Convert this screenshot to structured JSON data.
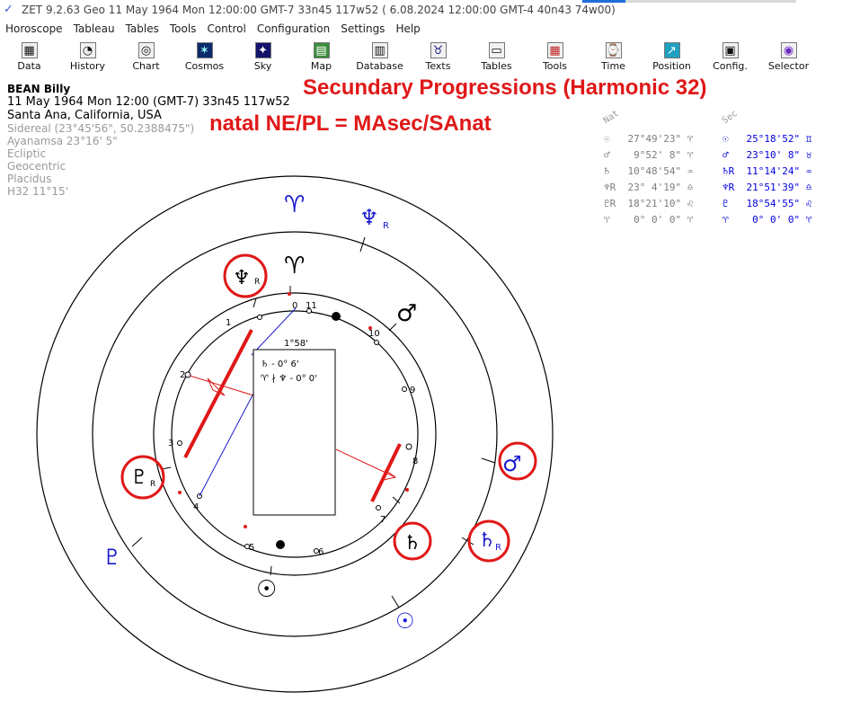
{
  "window": {
    "title": "ZET 9.2.63 Geo    11 May 1964  Mon  12:00:00 GMT-7 33n45  117w52  ( 6.08.2024  12:00:00 GMT-4 40n43 74w00)"
  },
  "menu": [
    "Horoscope",
    "Tableau",
    "Tables",
    "Tools",
    "Control",
    "Configuration",
    "Settings",
    "Help"
  ],
  "toolbar": [
    {
      "label": "Data",
      "icon": "data-icon"
    },
    {
      "label": "History",
      "icon": "history-icon"
    },
    {
      "label": "Chart",
      "icon": "chart-icon"
    },
    {
      "label": "Cosmos",
      "icon": "cosmos-icon"
    },
    {
      "label": "Sky",
      "icon": "sky-icon"
    },
    {
      "label": "Map",
      "icon": "map-icon"
    },
    {
      "label": "Database",
      "icon": "database-icon"
    },
    {
      "label": "Texts",
      "icon": "texts-icon"
    },
    {
      "label": "Tables",
      "icon": "tables-icon"
    },
    {
      "label": "Tools",
      "icon": "tools-icon"
    },
    {
      "label": "Time",
      "icon": "time-icon"
    },
    {
      "label": "Position",
      "icon": "position-icon"
    },
    {
      "label": "Config.",
      "icon": "config-icon"
    },
    {
      "label": "Selector",
      "icon": "selector-icon"
    }
  ],
  "horoscope_info": {
    "name": "BEAN Billy",
    "datetime": "11 May 1964  Mon  12:00 (GMT-7) 33n45  117w52",
    "place": "Santa Ana, California, USA",
    "sidereal": "Sidereal (23°45'56\", 50.2388475\")",
    "ayanamsa": "Ayanamsa 23°16' 5\"",
    "ecliptic": "Ecliptic",
    "geocentric": "Geocentric",
    "houses": "Placidus",
    "harmonic": "H32  11°15'"
  },
  "overlay": {
    "title": "Secundary Progressions (Harmonic 32)",
    "formula": "natal NE/PL = MAsec/SAnat"
  },
  "positions": {
    "nat_header": "Nat",
    "sec_header": "Sec",
    "nat": [
      "☉   27°49'23\" ♈",
      "♂    9°52' 8\" ♈",
      "♄   10°48'54\" ♒",
      "♆R  23° 4'19\" ♎",
      "♇R  18°21'10\" ♌",
      "♈    0° 0' 0\" ♈"
    ],
    "sec": [
      "☉   25°18'52\" ♊",
      "♂   23°10' 8\" ♉",
      "♄R  11°14'24\" ♒",
      "♆R  21°51'39\" ♎",
      "♇   18°54'55\" ♌",
      "♈    0° 0' 0\" ♈"
    ]
  },
  "chart": {
    "house_numbers": [
      "1",
      "2",
      "3",
      "4",
      "5",
      "6",
      "7",
      "8",
      "9",
      "10",
      "11",
      "0"
    ],
    "aspect_box": {
      "angle": "1°58'",
      "line1": "♄   - 0° 6'",
      "line2": "♈ ∤ ♆ - 0° 0'"
    },
    "outer_glyphs": {
      "aries": "♈",
      "neptune": "♆",
      "neptune_r": "R",
      "pluto": "♇",
      "mars": "♂",
      "saturn": "♄",
      "saturn_r": "R",
      "sun": "☉"
    },
    "inner_glyphs": {
      "aries": "♈",
      "neptune": "♆",
      "neptune_r": "R",
      "pluto": "♇",
      "pluto_r": "R",
      "mars": "♂",
      "saturn": "♄",
      "sun": "☉"
    },
    "colors": {
      "highlight": "#e01818",
      "secondary": "#1a1ad0",
      "natal": "#000000"
    }
  }
}
